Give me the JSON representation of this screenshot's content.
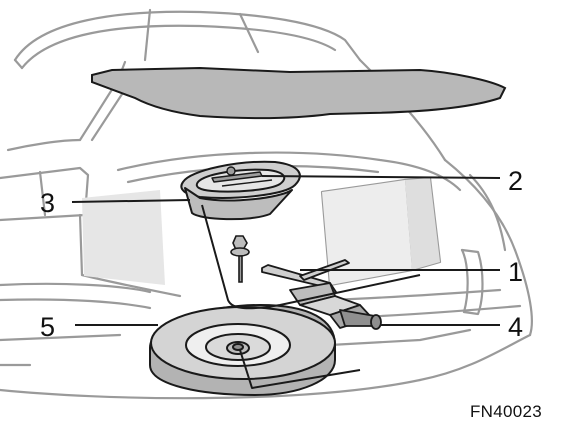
{
  "figure": {
    "callouts": [
      "1",
      "2",
      "3",
      "4",
      "5"
    ],
    "code": "FN40023"
  },
  "colors": {
    "line": "#1a1a1a",
    "body_outline": "#9a9a9a",
    "shade_light": "#e6e6e6",
    "shade_mid": "#cfcfcf",
    "shade_dark": "#b3b3b3",
    "background": "#ffffff"
  }
}
